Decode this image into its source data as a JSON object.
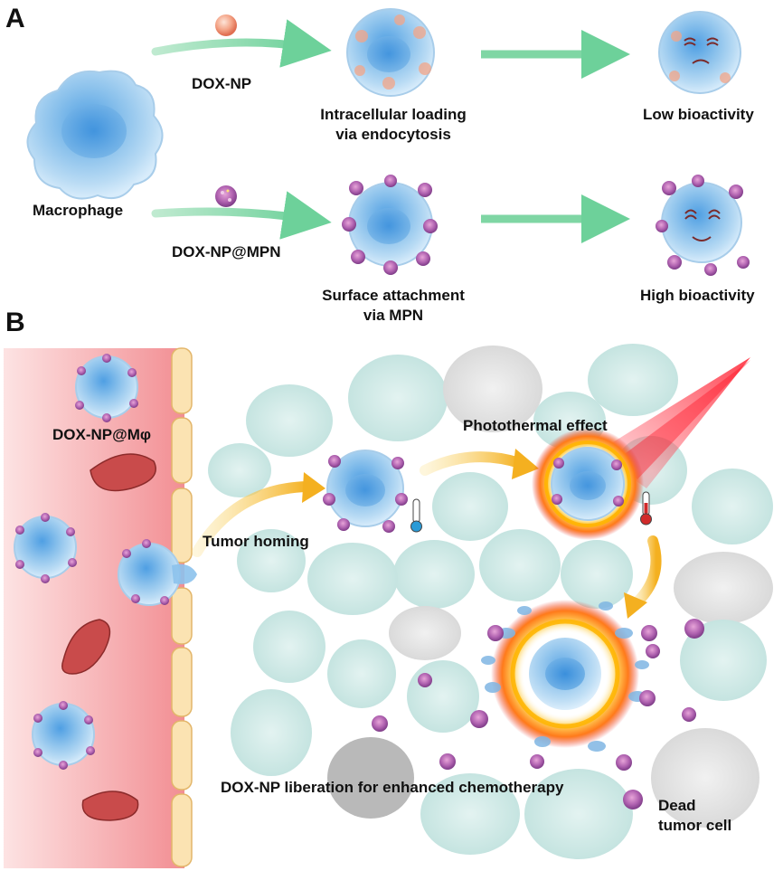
{
  "panels": {
    "a": "A",
    "b": "B"
  },
  "labels": {
    "dox_np": "DOX-NP",
    "dox_np_mpn": "DOX-NP@MPN",
    "macrophage": "Macrophage",
    "intracellular_line1": "Intracellular loading",
    "intracellular_line2": "via endocytosis",
    "surface_line1": "Surface attachment",
    "surface_line2": "via MPN",
    "low_bioactivity": "Low bioactivity",
    "high_bioactivity": "High bioactivity",
    "dox_np_mphi": "DOX-NP@Mφ",
    "tumor_homing": "Tumor homing",
    "photothermal": "Photothermal effect",
    "liberation": "DOX-NP liberation for enhanced chemotherapy",
    "dead_line1": "Dead",
    "dead_line2": "tumor cell"
  },
  "colors": {
    "arrow_green": "#7fd6a4",
    "arrow_yellow": "#f5b82e",
    "cell_blue": "#7fb6e3",
    "np_orange": "#f3a487",
    "np_purple": "#a45aa8",
    "vessel": "#f7a7a9",
    "rbc": "#c94b4b",
    "tumor_cell": "#cfe9e6",
    "dead_cell": "#e3e3e3",
    "laser": "#e8283a",
    "fire": "#ff8a1c"
  },
  "icons": [
    "thermometer-cold-icon",
    "thermometer-hot-icon",
    "laser-beam-icon",
    "fire-ring-icon",
    "red-blood-cell-icon"
  ]
}
